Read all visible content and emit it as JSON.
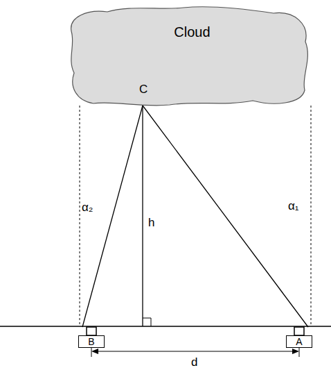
{
  "diagram": {
    "nodes": [
      {
        "text": [
          "Cloud"
        ]
      },
      {
        "text": [
          "B"
        ]
      },
      {
        "text": [
          "A"
        ]
      }
    ],
    "labels": [
      "C",
      "h",
      "α₂",
      "α₁",
      "d"
    ]
  }
}
